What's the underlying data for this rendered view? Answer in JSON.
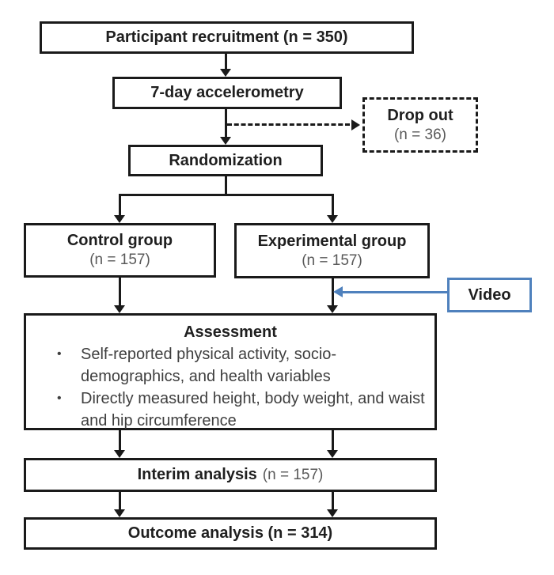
{
  "diagram": {
    "type": "study-flowchart",
    "colors": {
      "box_border": "#1a1a1a",
      "accent_blue": "#4f81bd",
      "muted_gray": "#595959"
    },
    "bullet_glyph": "•",
    "nodes": {
      "recruitment": {
        "label": "Participant recruitment (n = 350)"
      },
      "accelerometry": {
        "label": "7-day accelerometry"
      },
      "dropout": {
        "label": "Drop out",
        "sub": "(n = 36)"
      },
      "randomization": {
        "label": "Randomization"
      },
      "control": {
        "label": "Control group",
        "sub": "(n = 157)"
      },
      "experimental": {
        "label": "Experimental group",
        "sub": "(n = 157)"
      },
      "video": {
        "label": "Video"
      },
      "assessment": {
        "title": "Assessment",
        "bullets": [
          "Self-reported physical activity, socio-demographics, and health variables",
          "Directly measured height, body weight, and waist and hip circumference"
        ]
      },
      "interim": {
        "label": "Interim analysis",
        "sub": "(n = 157)"
      },
      "outcome": {
        "label": "Outcome analysis (n = 314)"
      }
    }
  }
}
